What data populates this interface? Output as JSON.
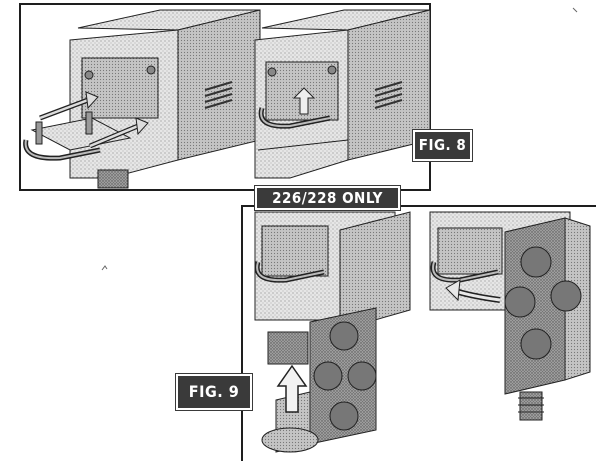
{
  "labels": {
    "fig8": "FIG. 8",
    "fig9": "FIG. 9",
    "model_note": "226/228 ONLY"
  },
  "colors": {
    "line": "#2a2a2a",
    "shade_light": "#d9d9d9",
    "shade_mid": "#a8a8a8",
    "shade_dark": "#6e6e6e",
    "label_bg": "#3a3a3a"
  },
  "icons": {
    "arrows": [
      "insert-arrow-icon",
      "lift-arrow-icon",
      "push-up-arrow-icon",
      "rotate-arrow-icon"
    ]
  }
}
